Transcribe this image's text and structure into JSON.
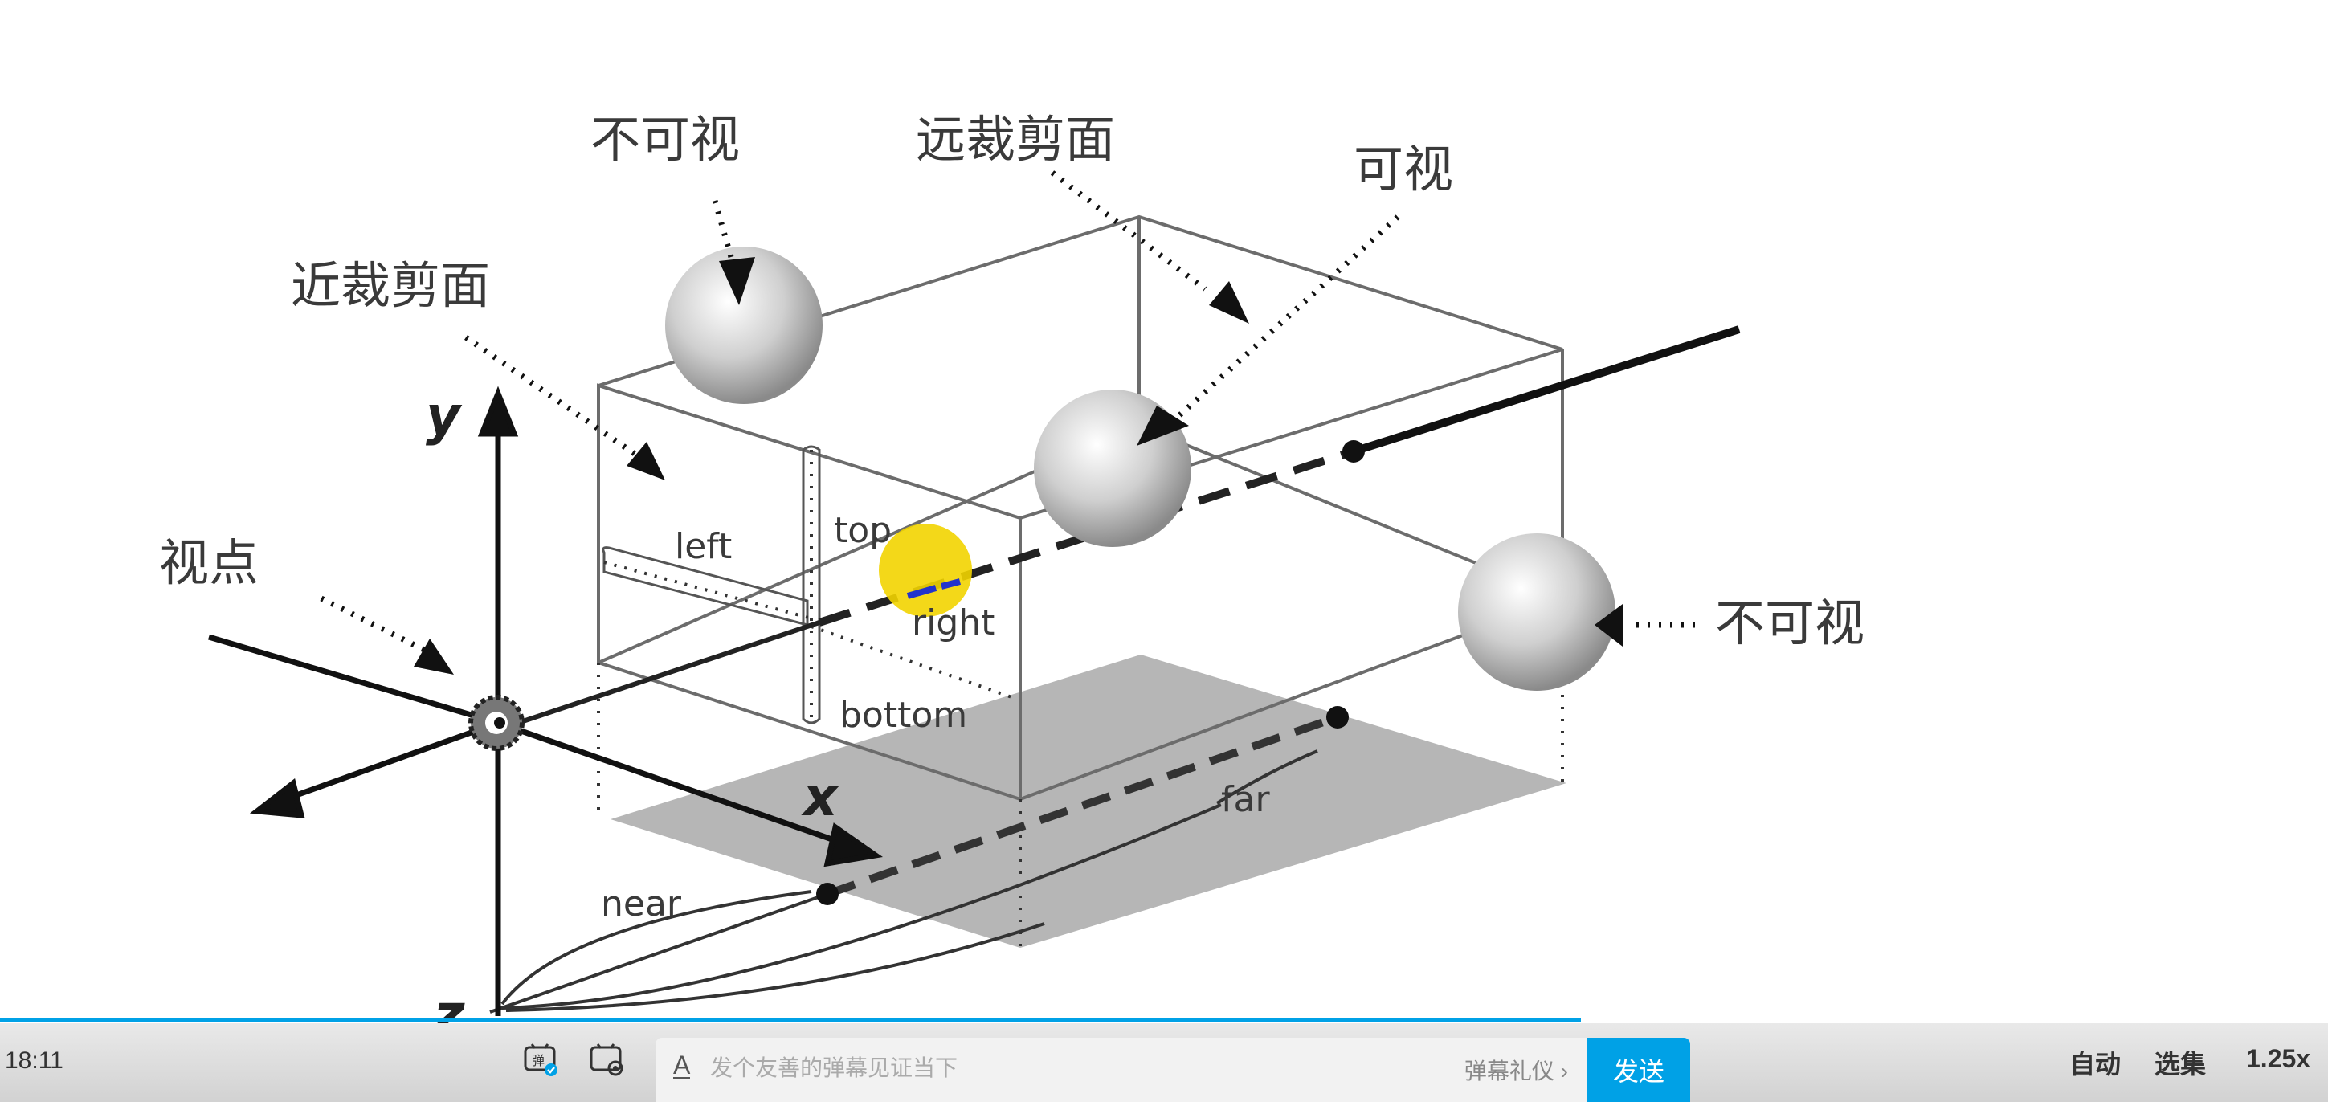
{
  "diagram": {
    "labels": {
      "invisible_top": "不可视",
      "far_plane": "远裁剪面",
      "visible": "可视",
      "near_plane": "近裁剪面",
      "viewpoint": "视点",
      "invisible_right": "不可视",
      "left": "left",
      "top": "top",
      "right": "right",
      "bottom": "bottom",
      "far": "far",
      "near": "near",
      "axis_x": "x",
      "axis_y": "y",
      "axis_z": "z"
    }
  },
  "player": {
    "time": "18:11",
    "progress": 0.679,
    "danmaku_placeholder": "发个友善的弹幕见证当下",
    "etiquette": "弹幕礼仪 ›",
    "send": "发送",
    "auto": "自动",
    "episodes": "选集",
    "speed": "1.25x",
    "accent_color": "#00a1e6"
  }
}
